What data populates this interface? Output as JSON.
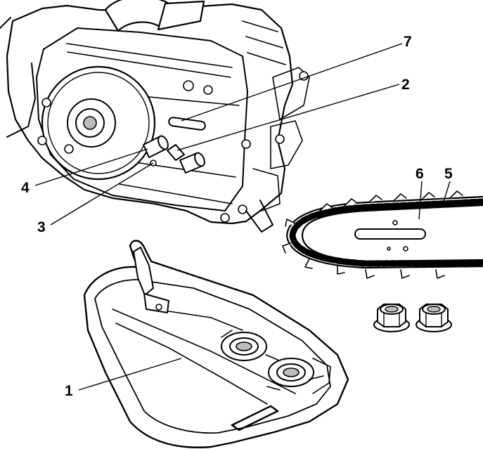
{
  "callouts": [
    {
      "id": "1",
      "label": "1",
      "part": "guide-bar-cover"
    },
    {
      "id": "2",
      "label": "2",
      "part": "chain-tensioning-screw"
    },
    {
      "id": "3",
      "label": "3",
      "part": "tensioning-pin"
    },
    {
      "id": "4",
      "label": "4",
      "part": "bar-stud"
    },
    {
      "id": "5",
      "label": "5",
      "part": "saw-chain"
    },
    {
      "id": "6",
      "label": "6",
      "part": "guide-bar"
    },
    {
      "id": "7",
      "label": "7",
      "part": "bar-slot"
    }
  ],
  "colors": {
    "ink": "#000000",
    "paper": "#ffffff",
    "shade": "#e6e6e6",
    "mid": "#bdbdbd"
  }
}
